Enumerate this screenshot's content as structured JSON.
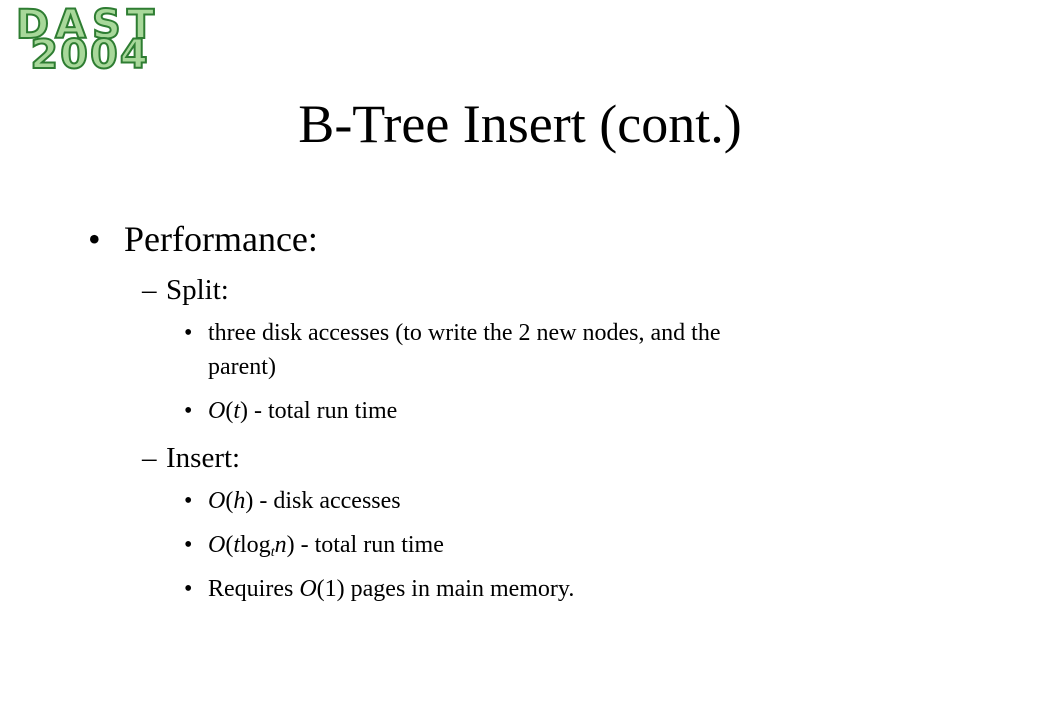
{
  "logo": {
    "top_text": "DAST",
    "bottom_text": "2004",
    "fill_color": "#a8d89a",
    "stroke_color": "#2e7d32"
  },
  "title": "B-Tree Insert (cont.)",
  "bullets": {
    "level1_marker": "•",
    "level2_marker": "–",
    "level3_marker": "•",
    "performance": "Performance:",
    "split": "Split:",
    "split_item1_line1": "three disk accesses (to write the 2 new nodes, and the",
    "split_item1_line2": "parent)",
    "split_item2_O": "O",
    "split_item2_open": "(",
    "split_item2_var": "t",
    "split_item2_rest": ") - total run time",
    "insert": "Insert:",
    "insert_item1_O": "O",
    "insert_item1_open": "(",
    "insert_item1_var": "h",
    "insert_item1_rest": ") - disk accesses",
    "insert_item2_O": "O",
    "insert_item2_open": "(",
    "insert_item2_var": "t",
    "insert_item2_log": "log",
    "insert_item2_sub": "t",
    "insert_item2_n": "n",
    "insert_item2_rest": ") - total run time",
    "insert_item3_pre": "Requires ",
    "insert_item3_O": "O",
    "insert_item3_rest": "(1) pages in main memory."
  }
}
